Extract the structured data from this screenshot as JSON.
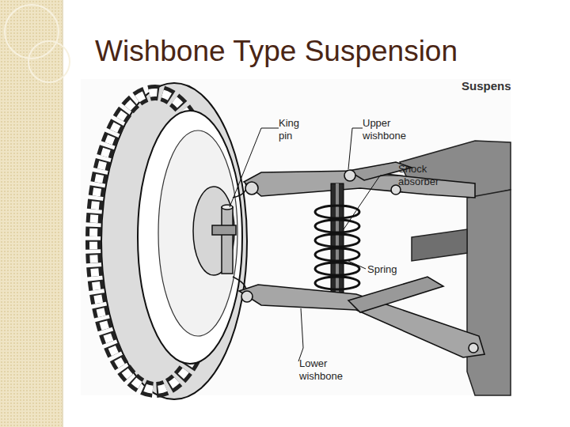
{
  "diagram": {
    "title": "Wishbone Type Suspension",
    "labels": [
      "Suspens",
      "King pin",
      "Upper wishbone",
      "Shock absorber",
      "Spring",
      "Lower wishbone"
    ]
  }
}
